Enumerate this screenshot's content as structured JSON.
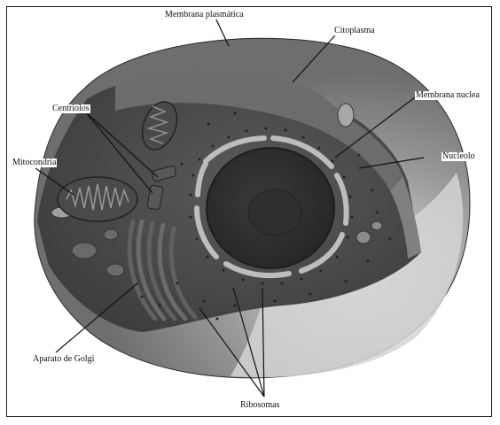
{
  "labels": {
    "membrana_plasmatica": "Membrana plasmática",
    "citoplasma": "Citoplasma",
    "membrana_nuclear": "Membrana nuclea",
    "nucleolo": "Nucleolo",
    "centriolos": "Centriolos",
    "mitocondria": "Mitocondria",
    "aparato_golgi": "Aparato de Golgi",
    "ribosomas": "Ribosomas"
  },
  "colors": {
    "cell_outer": "#7d7d7d",
    "cell_dark": "#4a4a4a",
    "cell_light": "#d0d0d0",
    "nucleus": "#3a3a3a",
    "nucleus_inner": "#2b2b2b",
    "organelle": "#555555",
    "highlight": "#9c9c9c",
    "line": "#111111"
  }
}
